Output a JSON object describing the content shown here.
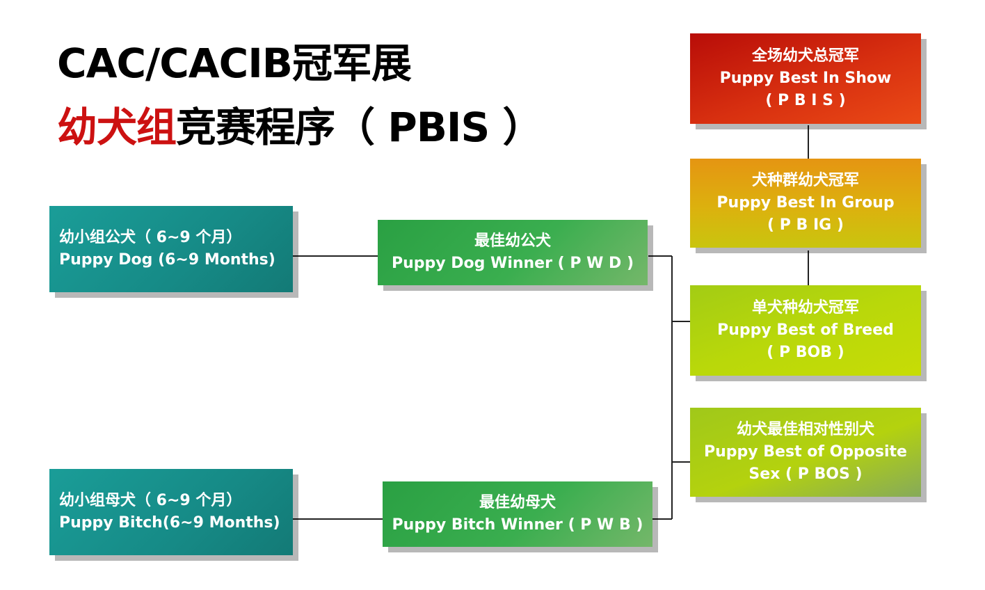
{
  "title": {
    "line1": "CAC/CACIB冠军展",
    "line2_red": "幼犬组",
    "line2_rest": "竞赛程序（ PBIS ）"
  },
  "boxes": {
    "puppy_dog": {
      "cn": "幼小组公犬（ 6~9  个月）",
      "en": "Puppy  Dog (6~9 Months)"
    },
    "puppy_bitch": {
      "cn": "幼小组母犬（ 6~9 个月）",
      "en": "Puppy  Bitch(6~9 Months)"
    },
    "pwd": {
      "cn": "最佳幼公犬",
      "en": "Puppy  Dog Winner ( P  W D )"
    },
    "pwb": {
      "cn": "最佳幼母犬",
      "en": "Puppy Bitch Winner ( P  W B )"
    },
    "pbis": {
      "cn": "全场幼犬总冠军",
      "en": "Puppy  Best  In Show",
      "abbr": "( P B I S )"
    },
    "pbig": {
      "cn": "犬种群幼犬冠军",
      "en": "Puppy  Best In Group",
      "abbr": "( P B IG )"
    },
    "pbob": {
      "cn": "单犬种幼犬冠军",
      "en": "Puppy  Best  of Breed",
      "abbr": "( P  BOB )"
    },
    "pbos": {
      "cn": "幼犬最佳相对性别犬",
      "en": "Puppy  Best  of Opposite",
      "abbr": "Sex ( P BOS )"
    }
  },
  "colors": {
    "teal": "#168a86",
    "green": "#3aae4f",
    "red": "#d83010",
    "orange": "#dcb10e",
    "lime": "#b9d80a",
    "title_red": "#cc1111"
  }
}
